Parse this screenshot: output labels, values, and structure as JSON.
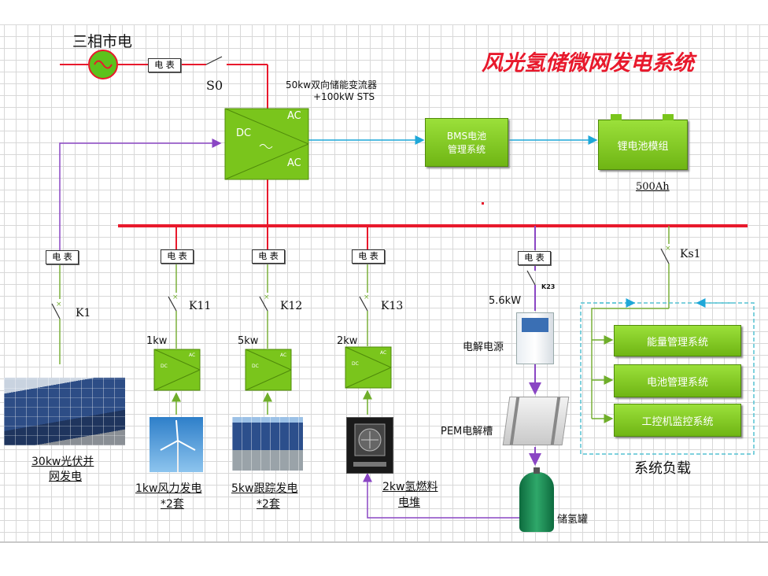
{
  "title": "风光氢储微网发电系统",
  "grid": {
    "label": "三相市电",
    "switch": "S0"
  },
  "pcs": {
    "label_line1": "50kw双向储能变流器",
    "label_line2": "+100kW STS",
    "dc": "DC",
    "ac_top": "AC",
    "ac_bottom": "AC"
  },
  "bms": {
    "line1": "BMS电池",
    "line2": "管理系统"
  },
  "battery": {
    "label": "锂电池模组",
    "capacity": "500Ah"
  },
  "meter_label": "电 表",
  "mini_inverter": {
    "dc": "DC",
    "ac": "AC"
  },
  "pv": {
    "switch": "K1",
    "line1": "30kw光伏并",
    "line2": "网发电"
  },
  "wind": {
    "switch": "K11",
    "power": "1kw",
    "line1": "1kw风力发电",
    "line2": "*2套"
  },
  "tracker": {
    "switch": "K12",
    "power": "5kw",
    "line1": "5kw跟踪发电",
    "line2": "*2套"
  },
  "fuelcell": {
    "switch": "K13",
    "power": "2kw",
    "line1": "2kw氢燃料",
    "line2": "电堆"
  },
  "electrolysis": {
    "switch": "K23",
    "power": "5.6kW",
    "supply": "电解电源",
    "stack": "PEM电解槽",
    "tank": "储氢罐"
  },
  "loads": {
    "switch": "Ks1",
    "items": [
      "能量管理系统",
      "电池管理系统",
      "工控机监控系统"
    ],
    "caption": "系统负载"
  },
  "colors": {
    "power_line": "#e8192c",
    "purple": "#8a46c4",
    "cyan": "#1ea7d8",
    "green": "#7cc51f",
    "dash": "#55c2d2"
  }
}
